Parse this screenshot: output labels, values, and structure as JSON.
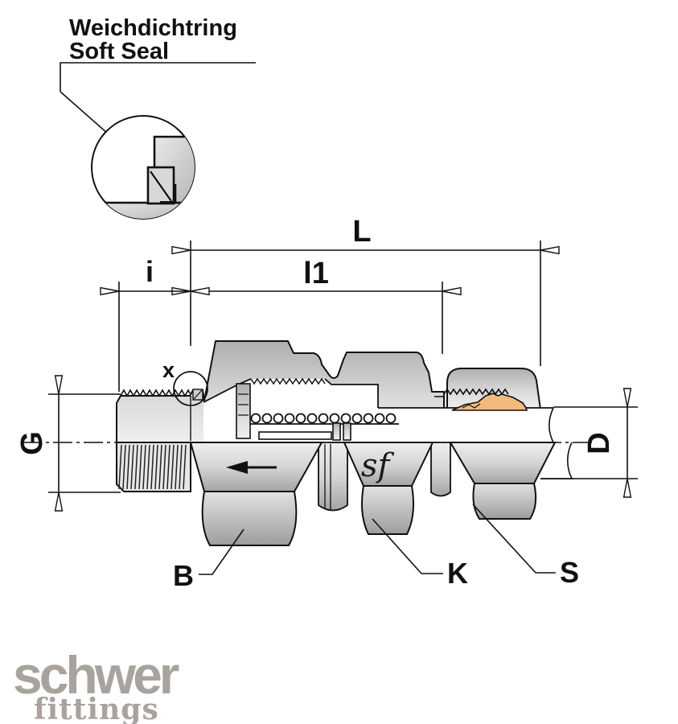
{
  "annotation": {
    "line1": "Weichdichtring",
    "line2": "Soft Seal",
    "detail_marker": "x"
  },
  "dimensions": {
    "overall_length": "L",
    "body_length": "l1",
    "thread_length": "i",
    "thread_size": "G",
    "tube_diameter": "D"
  },
  "callouts": {
    "body_hex": "B",
    "bonnet_hex": "K",
    "nut_hex": "S"
  },
  "body_logo": "sf",
  "brand": {
    "name": "schwer",
    "sub": "fittings",
    "color": "#a9a39e"
  },
  "colors": {
    "ferrule": "#f2bb7d",
    "metal_light": "#ededed",
    "metal_dark": "#a6a6a6",
    "line": "#111111"
  }
}
